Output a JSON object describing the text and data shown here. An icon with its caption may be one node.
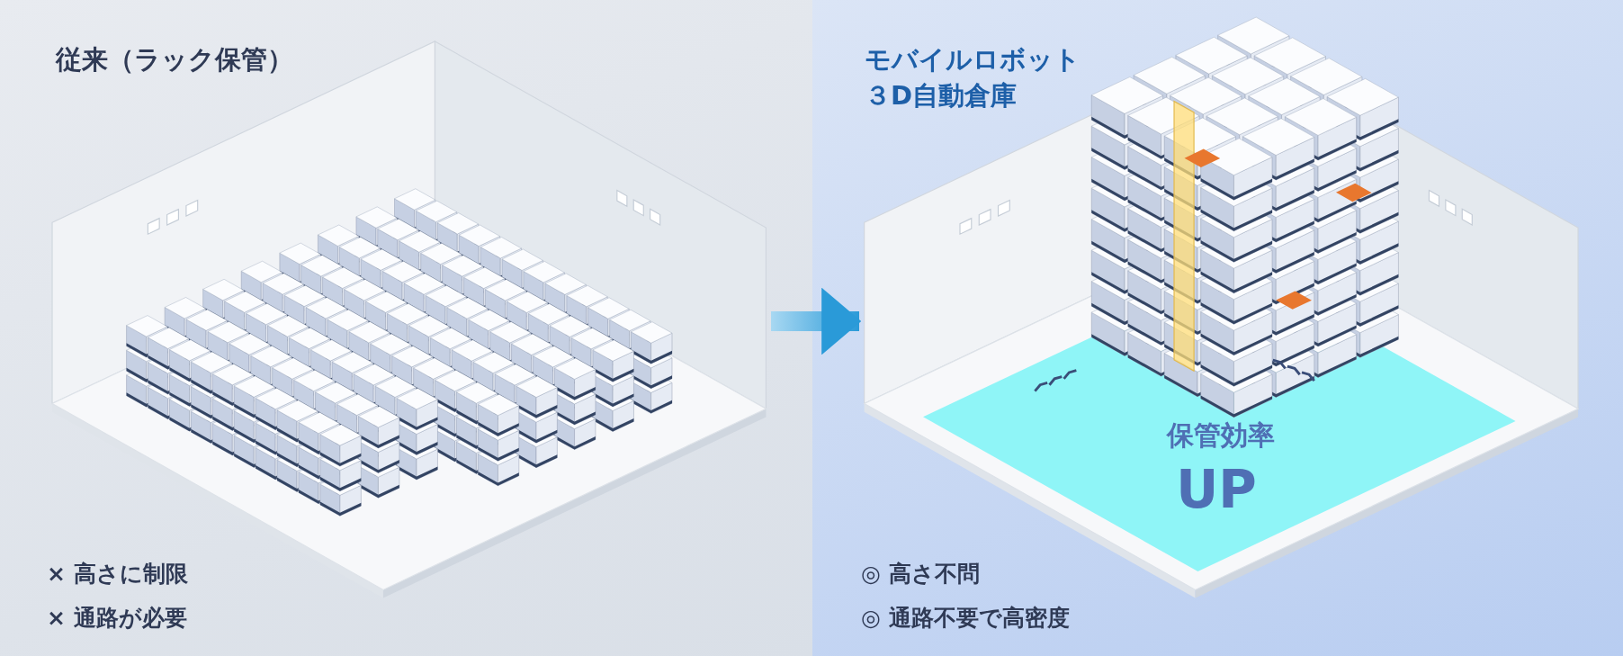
{
  "diagram": {
    "nodes": [
      {
        "text": [
          "従来（ラック保管）",
          "× 高さに制限",
          "× 通路が必要"
        ]
      },
      {
        "text": [
          "モバイルロボット３D自動倉庫",
          "◎ 高さ不問",
          "◎ 通路不要で高密度"
        ]
      }
    ],
    "edges": [
      {
        "from": 0,
        "to": 1,
        "arrow": "to"
      }
    ],
    "labels": [
      "保管効率",
      "UP"
    ]
  }
}
